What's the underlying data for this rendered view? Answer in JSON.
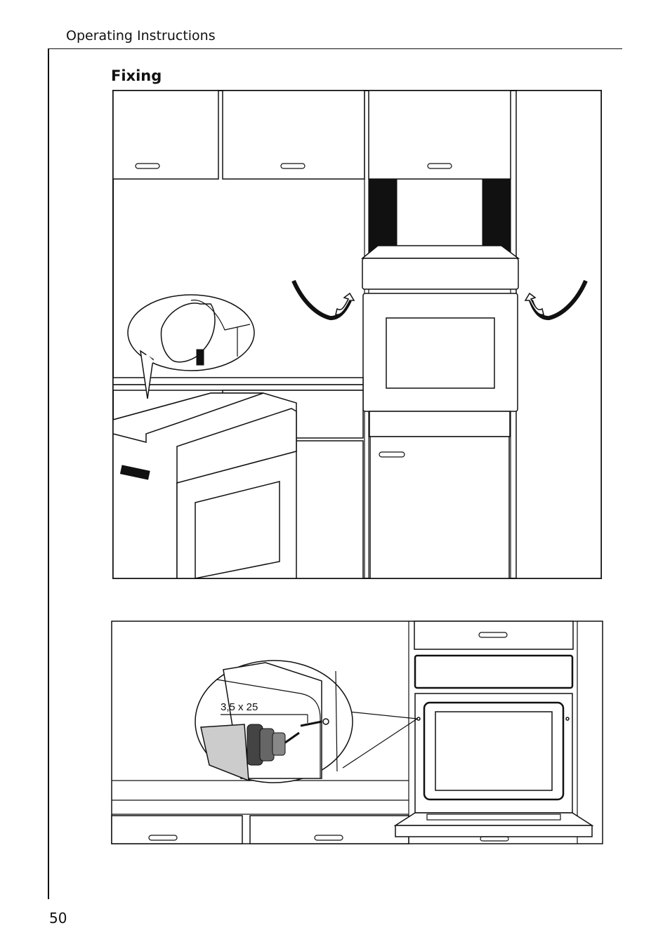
{
  "header": {
    "running_title": "Operating Instructions"
  },
  "section": {
    "title": "Fixing"
  },
  "figure2": {
    "screw_label": "3,5 x 25"
  },
  "footer": {
    "page_number": "50"
  },
  "icons": [
    "hand-icon",
    "curved-arrow-icon",
    "drill-icon",
    "screw-icon"
  ]
}
